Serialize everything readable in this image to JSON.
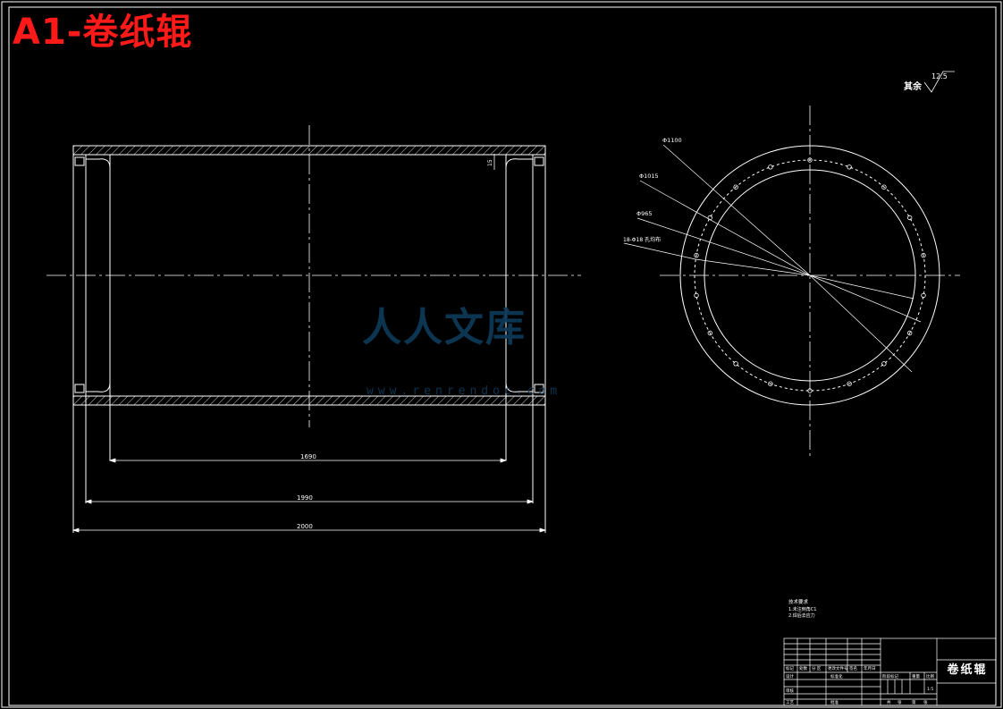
{
  "sheet": {
    "title": "A1-卷纸辊",
    "part_name": "卷纸辊"
  },
  "watermark": {
    "text": "人人文库",
    "sub": "www.renrendoc.com"
  },
  "roughness": {
    "prefix": "其余",
    "value": "12.5"
  },
  "dimensions": {
    "inner_length": "1690",
    "mid_length": "1990",
    "overall_length": "2000",
    "right_small": "15",
    "dia_outer": "Φ1100",
    "dia_bolt": "Φ1015",
    "dia_inner": "Φ965",
    "holes": "18-Φ18 孔均布"
  },
  "notes": {
    "heading": "技术要求",
    "line1": "1.未注倒角C1",
    "line2": "2.焊后去应力"
  },
  "title_block": {
    "r1": [
      "标记",
      "处数",
      "分 区",
      "更改文件号",
      "签名",
      "年月日"
    ],
    "r2": [
      "设计",
      "",
      "",
      "标准化",
      "",
      ""
    ],
    "r3": [
      "审核",
      "",
      "",
      "",
      "",
      ""
    ],
    "r4": [
      "工艺",
      "",
      "",
      "批准",
      "",
      ""
    ],
    "stage": [
      "阶段标记",
      "重量",
      "比例"
    ],
    "scale": "1:5",
    "sheets": [
      "共",
      "张",
      "第",
      "张"
    ]
  },
  "colors": {
    "line": "#ffffff",
    "title_red": "#ff1a1a",
    "watermark": "#0e3a58"
  }
}
